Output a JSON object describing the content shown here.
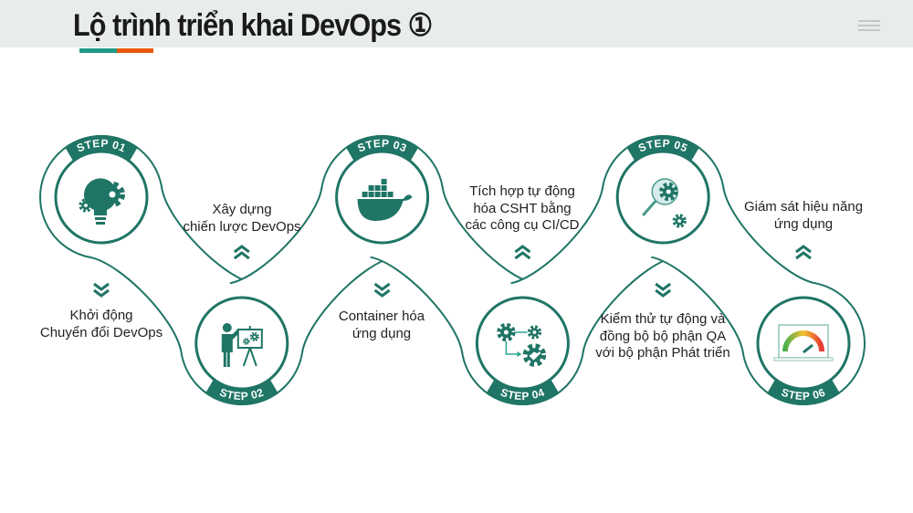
{
  "header": {
    "title": "Lộ trình triển khai DevOps ①",
    "menu_icon": "hamburger-icon"
  },
  "colors": {
    "teal": "#1f7566",
    "accent_teal": "#1f9a86",
    "accent_orange": "#e8590c",
    "header_bg": "#e9ecec"
  },
  "steps": [
    {
      "badge": "STEP 01",
      "icon": "lightbulb-gears-icon",
      "position": "top",
      "lines": [
        "Khởi động",
        "Chuyển đổi DevOps"
      ],
      "arrow": "chevron-double-down-icon"
    },
    {
      "badge": "STEP 02",
      "icon": "presenter-board-icon",
      "position": "bottom",
      "lines": [
        "Xây dựng",
        "chiến lược DevOps"
      ],
      "arrow": "chevron-double-up-icon"
    },
    {
      "badge": "STEP 03",
      "icon": "docker-whale-icon",
      "position": "top",
      "lines": [
        "Container hóa",
        "ứng dụng"
      ],
      "arrow": "chevron-double-down-icon"
    },
    {
      "badge": "STEP 04",
      "icon": "gear-workflow-check-icon",
      "position": "bottom",
      "lines": [
        "Tích hợp tự động",
        "hóa CSHT bằng",
        "các công cụ CI/CD"
      ],
      "arrow": "chevron-double-up-icon"
    },
    {
      "badge": "STEP 05",
      "icon": "magnifier-gears-icon",
      "position": "top",
      "lines": [
        "Kiểm thử tự động và",
        "đồng bộ bộ phận QA",
        "với bộ phận Phát triển"
      ],
      "arrow": "chevron-double-down-icon"
    },
    {
      "badge": "STEP 06",
      "icon": "laptop-gauge-icon",
      "position": "bottom",
      "lines": [
        "Giám sát hiệu năng",
        "ứng dụng"
      ],
      "arrow": "chevron-double-up-icon"
    }
  ]
}
